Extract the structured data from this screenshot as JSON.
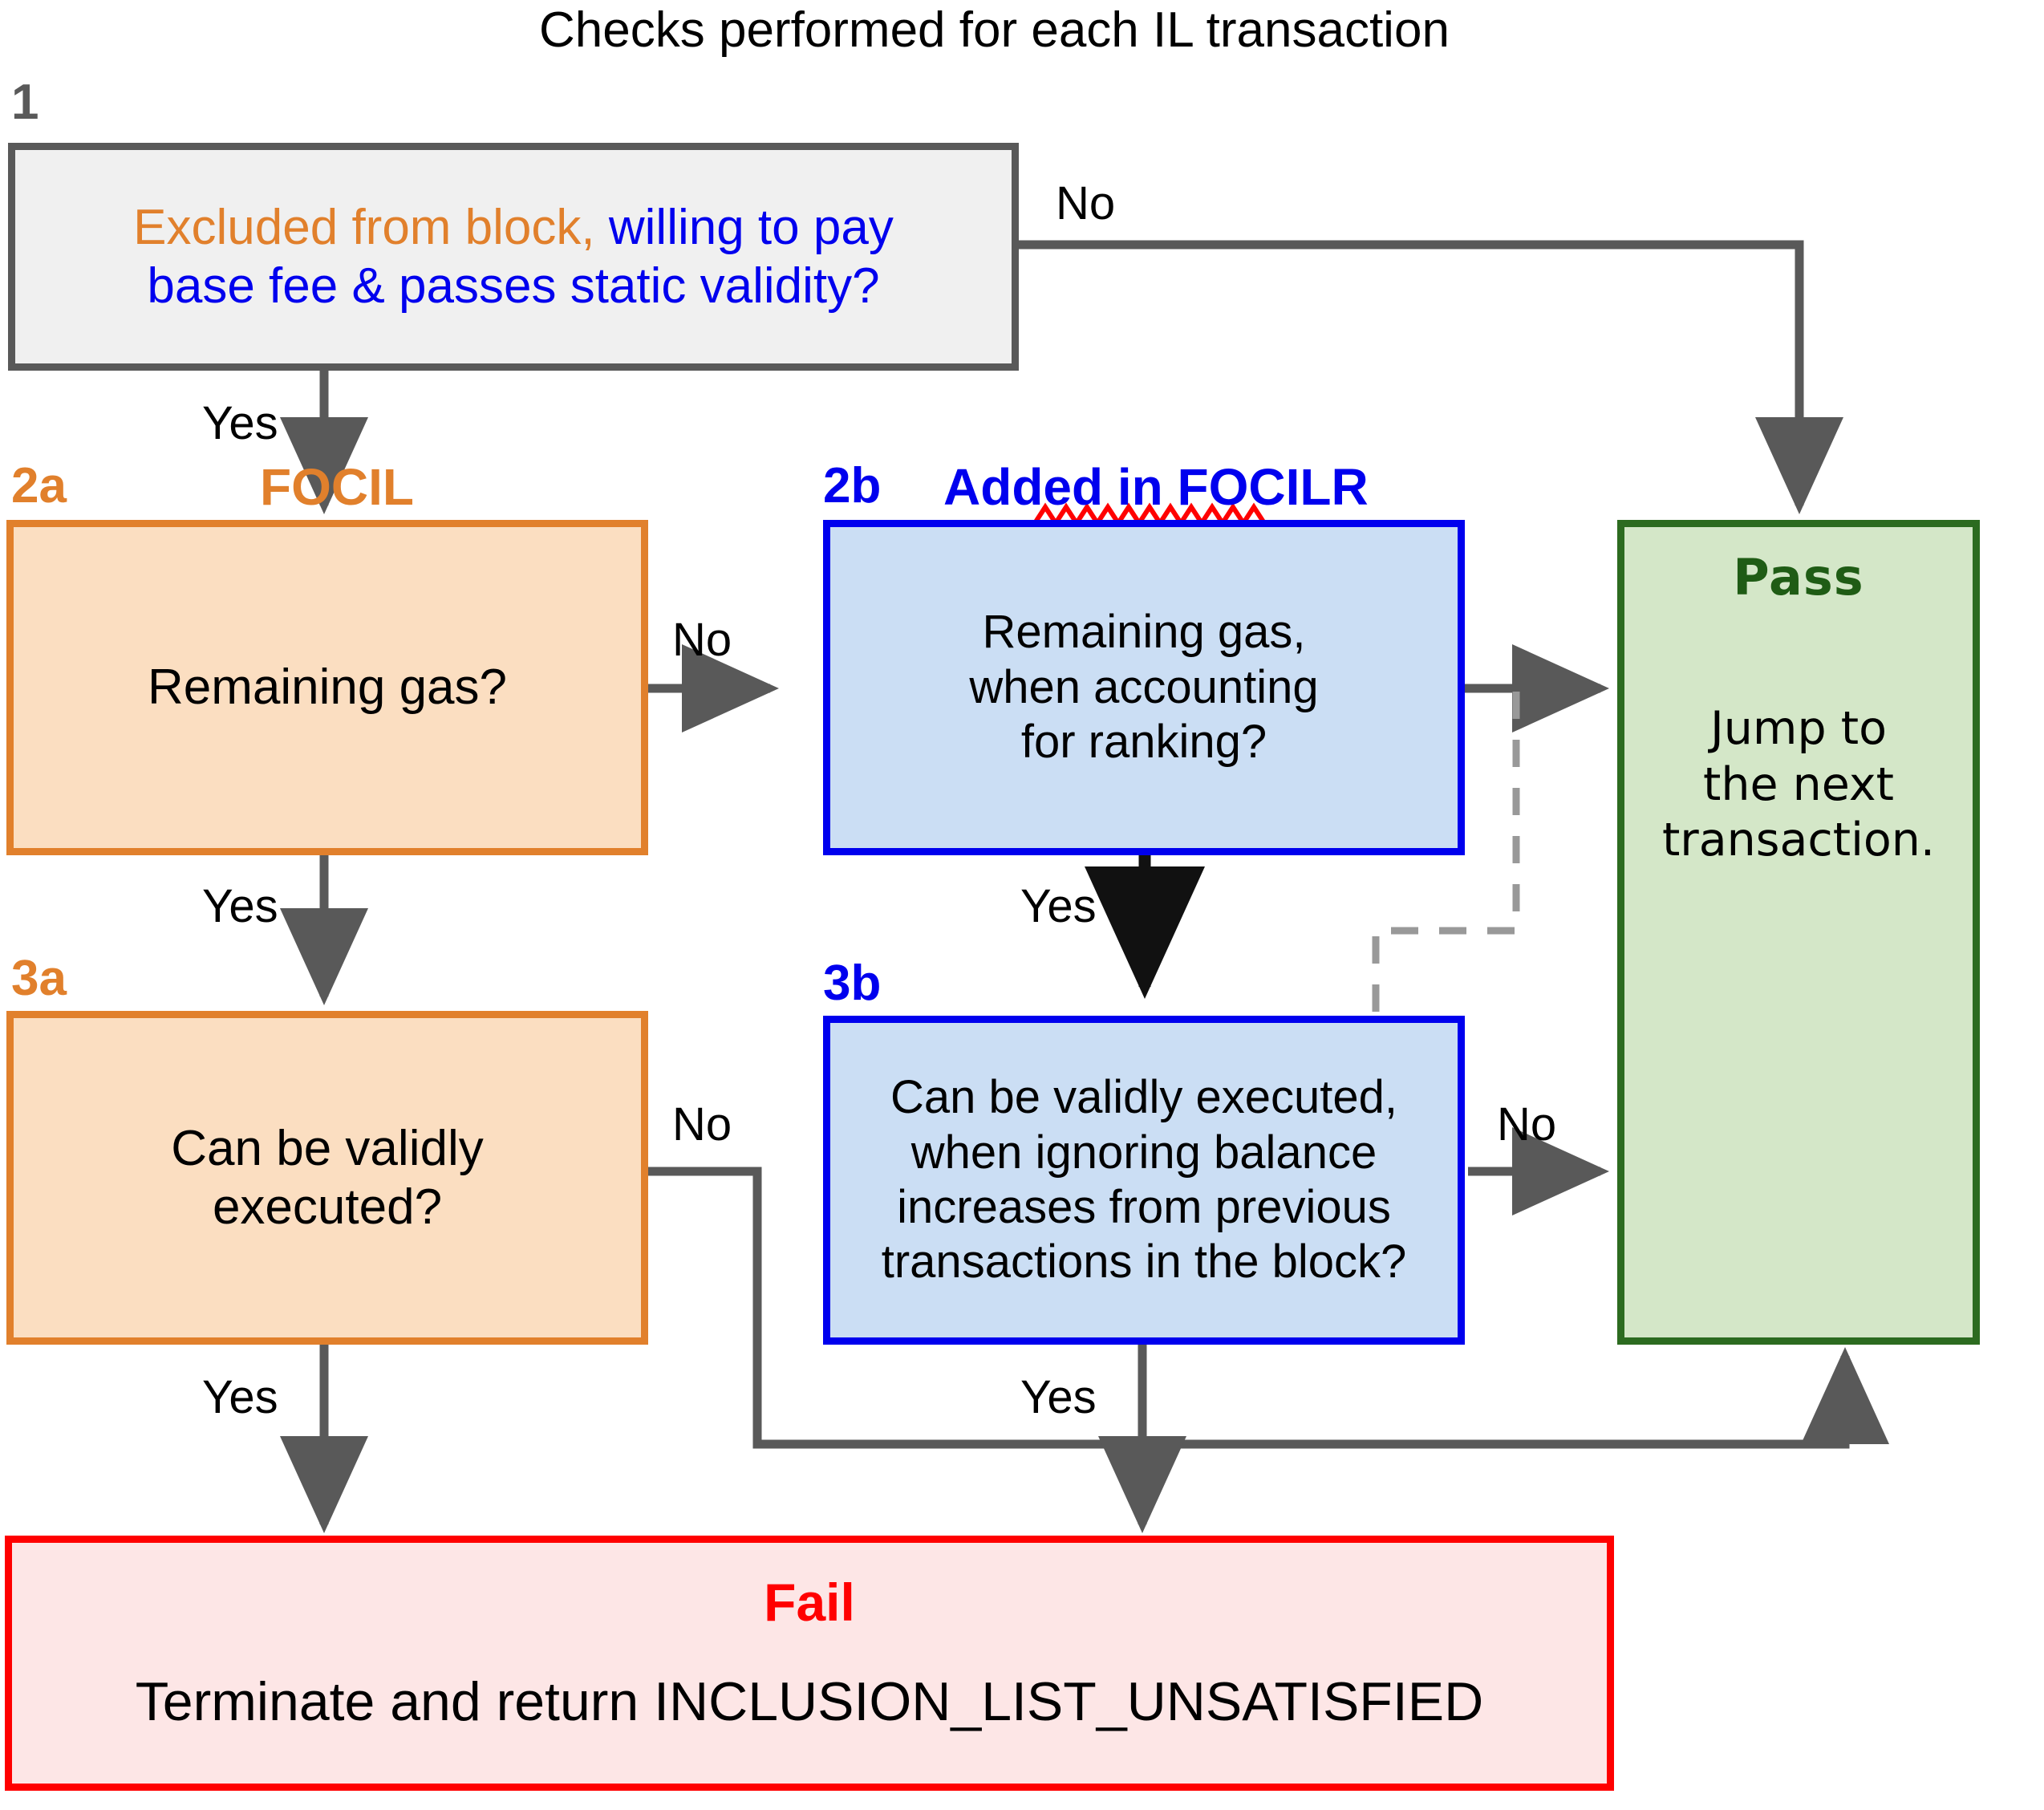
{
  "title": "Checks performed for each IL transaction",
  "colors": {
    "orange": "#e1802c",
    "blue": "#0000ee",
    "green": "#2c6b20",
    "red": "#ff0000",
    "grey": "#595959",
    "orange_fill": "#fbdec1",
    "blue_fill": "#cbdef4",
    "green_fill": "#d4e7c8",
    "red_fill": "#fde6e6",
    "grey_fill": "#f0f0f0",
    "dashed_grey": "#999999",
    "squiggle_red": "#ff0000"
  },
  "group_labels": {
    "focil": "FOCIL",
    "focilr": "Added in FOCILR"
  },
  "steps": {
    "s1": "1",
    "s2a": "2a",
    "s2b": "2b",
    "s3a": "3a",
    "s3b": "3b"
  },
  "nodes": {
    "box1": {
      "line1_part1": "Excluded from block,",
      "line1_part2": " willing to pay",
      "line2": "base fee & passes static validity?"
    },
    "box2a": {
      "text": "Remaining gas?"
    },
    "box2b": {
      "line1": "Remaining gas,",
      "line2": "when accounting",
      "line3": "for ranking?"
    },
    "box3a": {
      "line1": "Can be validly",
      "line2": "executed?"
    },
    "box3b": {
      "line1": "Can be validly executed,",
      "line2": "when ignoring balance",
      "line3": "increases from previous",
      "line4": "transactions in the block?"
    },
    "pass": {
      "title": "Pass",
      "line1": "Jump to",
      "line2": "the next",
      "line3": "transaction."
    },
    "fail": {
      "title": "Fail",
      "text": "Terminate and return INCLUSION_LIST_UNSATISFIED"
    }
  },
  "edges": {
    "e1_no": "No",
    "e1_yes": "Yes",
    "e2a_no": "No",
    "e2a_yes": "Yes",
    "e2b_yes": "Yes",
    "e3a_no": "No",
    "e3a_yes": "Yes",
    "e3b_no": "No",
    "e3b_yes": "Yes"
  },
  "chart_data": {
    "type": "flowchart",
    "title": "Checks performed for each IL transaction",
    "nodes": [
      {
        "id": "1",
        "label": "Excluded from block, willing to pay base fee & passes static validity?",
        "style": "grey"
      },
      {
        "id": "2a",
        "label": "Remaining gas?",
        "style": "orange",
        "group": "FOCIL"
      },
      {
        "id": "2b",
        "label": "Remaining gas, when accounting for ranking?",
        "style": "blue",
        "group": "Added in FOCILR"
      },
      {
        "id": "3a",
        "label": "Can be validly executed?",
        "style": "orange",
        "group": "FOCIL"
      },
      {
        "id": "3b",
        "label": "Can be validly executed, when ignoring balance increases from previous transactions in the block?",
        "style": "blue",
        "group": "Added in FOCILR"
      },
      {
        "id": "pass",
        "label": "Pass — Jump to the next transaction.",
        "style": "green"
      },
      {
        "id": "fail",
        "label": "Fail — Terminate and return INCLUSION_LIST_UNSATISFIED",
        "style": "red"
      }
    ],
    "edges": [
      {
        "from": "1",
        "to": "pass",
        "label": "No"
      },
      {
        "from": "1",
        "to": "2a",
        "label": "Yes"
      },
      {
        "from": "2a",
        "to": "2b",
        "label": "No"
      },
      {
        "from": "2a",
        "to": "3a",
        "label": "Yes"
      },
      {
        "from": "2b",
        "to": "3b",
        "label": "Yes"
      },
      {
        "from": "2b",
        "to": "pass",
        "label": ""
      },
      {
        "from": "3a",
        "to": "pass",
        "label": "No"
      },
      {
        "from": "3a",
        "to": "fail",
        "label": "Yes"
      },
      {
        "from": "3b",
        "to": "pass",
        "label": "No"
      },
      {
        "from": "3b",
        "to": "fail",
        "label": "Yes"
      }
    ]
  }
}
